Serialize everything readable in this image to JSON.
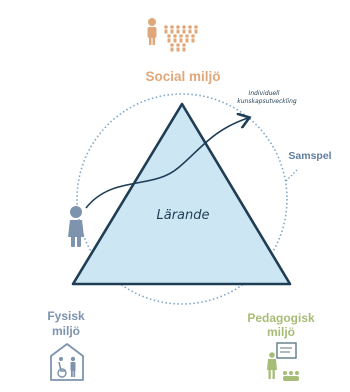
{
  "labels": {
    "social": "Social miljö",
    "samspel": "Samspel",
    "center": "Lärande",
    "individual_line1": "Individuell",
    "individual_line2": "kunskapsutveckling",
    "physical_line1": "Fysisk",
    "physical_line2": "miljö",
    "pedagogical_line1": "Pedagogisk",
    "pedagogical_line2": "miljö"
  },
  "colors": {
    "social": "#E0A87A",
    "physical": "#7D93AE",
    "pedagogical": "#A7BC76",
    "triangle_fill": "#CDE6F4",
    "stroke": "#1F3E55",
    "circle": "#7DA6C8",
    "samspel": "#5F7E9E"
  },
  "icons": {
    "social": "group-of-people-icon",
    "individual": "child-figure-icon",
    "physical": "accessible-house-icon",
    "pedagogical": "teacher-with-board-icon"
  }
}
